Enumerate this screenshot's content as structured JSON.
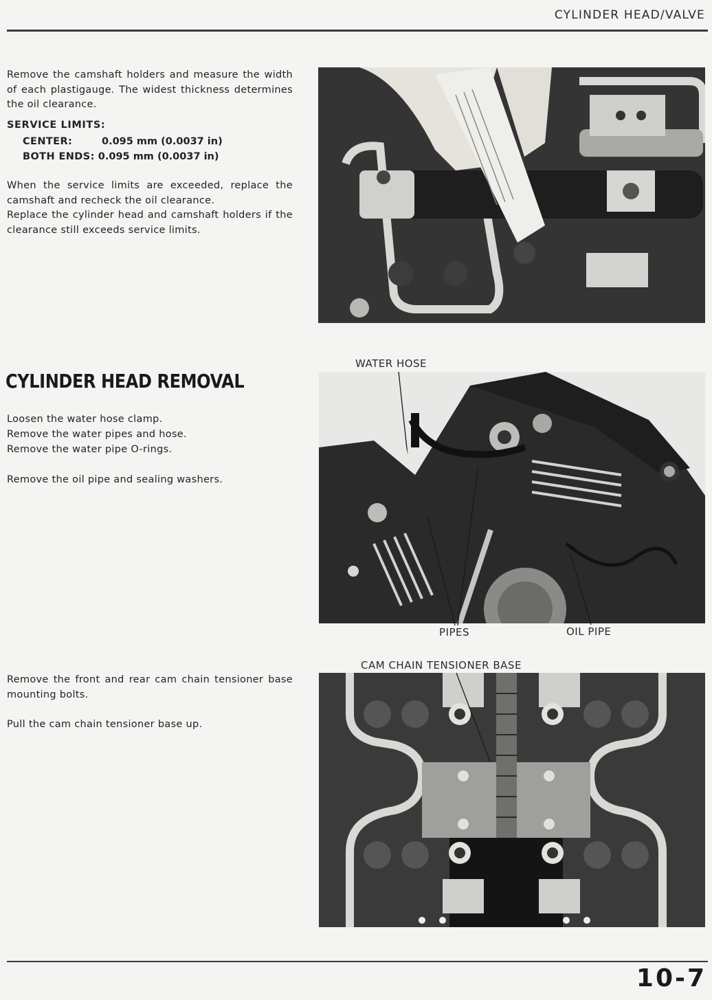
{
  "header": {
    "title": "CYLINDER HEAD/VALVE"
  },
  "camshaft": {
    "intro": "Remove the camshaft holders and measure the width of each plastigauge. The widest thickness determines the oil clearance.",
    "limits_title": "SERVICE LIMITS:",
    "limits": [
      {
        "label": "CENTER:",
        "value": "0.095 mm (0.0037 in)"
      },
      {
        "label": "BOTH ENDS:",
        "value": "0.095 mm (0.0037 in)"
      }
    ],
    "exceed_1": "When the service limits are exceeded, replace the camshaft and recheck the oil clearance.",
    "exceed_2": "Replace the cylinder head and camshaft holders if the clearance still exceeds service limits."
  },
  "removal": {
    "heading": "CYLINDER HEAD REMOVAL",
    "step_1": "Loosen the water hose clamp.",
    "step_2": "Remove the water pipes and hose.",
    "step_3": "Remove the water pipe O-rings.",
    "step_4": "Remove the oil pipe and sealing washers.",
    "step_5": "Remove the front and rear cam chain tensioner base mounting bolts.",
    "step_6": "Pull the cam chain tensioner base up."
  },
  "figures": {
    "photo2_callouts": {
      "water_hose": "WATER HOSE",
      "pipes": "PIPES",
      "oil_pipe": "OIL PIPE"
    },
    "photo3_callouts": {
      "tensioner_base": "CAM CHAIN TENSIONER BASE"
    }
  },
  "footer": {
    "page_number": "10-7"
  }
}
